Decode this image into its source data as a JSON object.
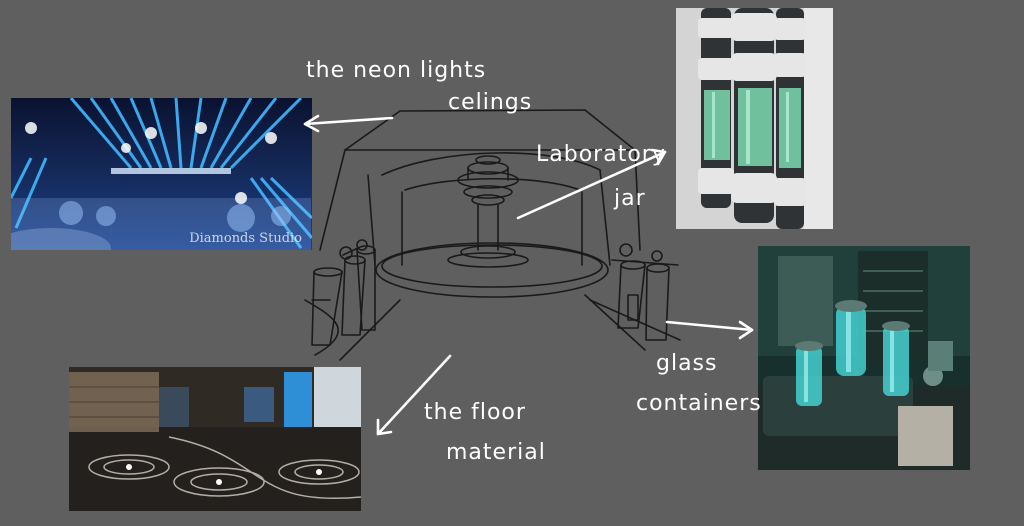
{
  "annotations": {
    "neon_lights": "the neon lights",
    "ceilings": "celings",
    "lab_jar_line1": "Laboratory",
    "lab_jar_line2": "jar",
    "glass_line1": "glass",
    "glass_line2": "containers",
    "floor_line1": "the floor",
    "floor_line2": "material"
  },
  "references": {
    "neon_ceiling_watermark": "Diamonds Studio"
  },
  "colors": {
    "background": "#5f5f5f",
    "ink": "#ffffff",
    "sketch_line": "#1a1a1a",
    "neon_blue": "#3fb8ff",
    "lab_green": "#7dd9b0",
    "jar_teal": "#45d0d0"
  }
}
